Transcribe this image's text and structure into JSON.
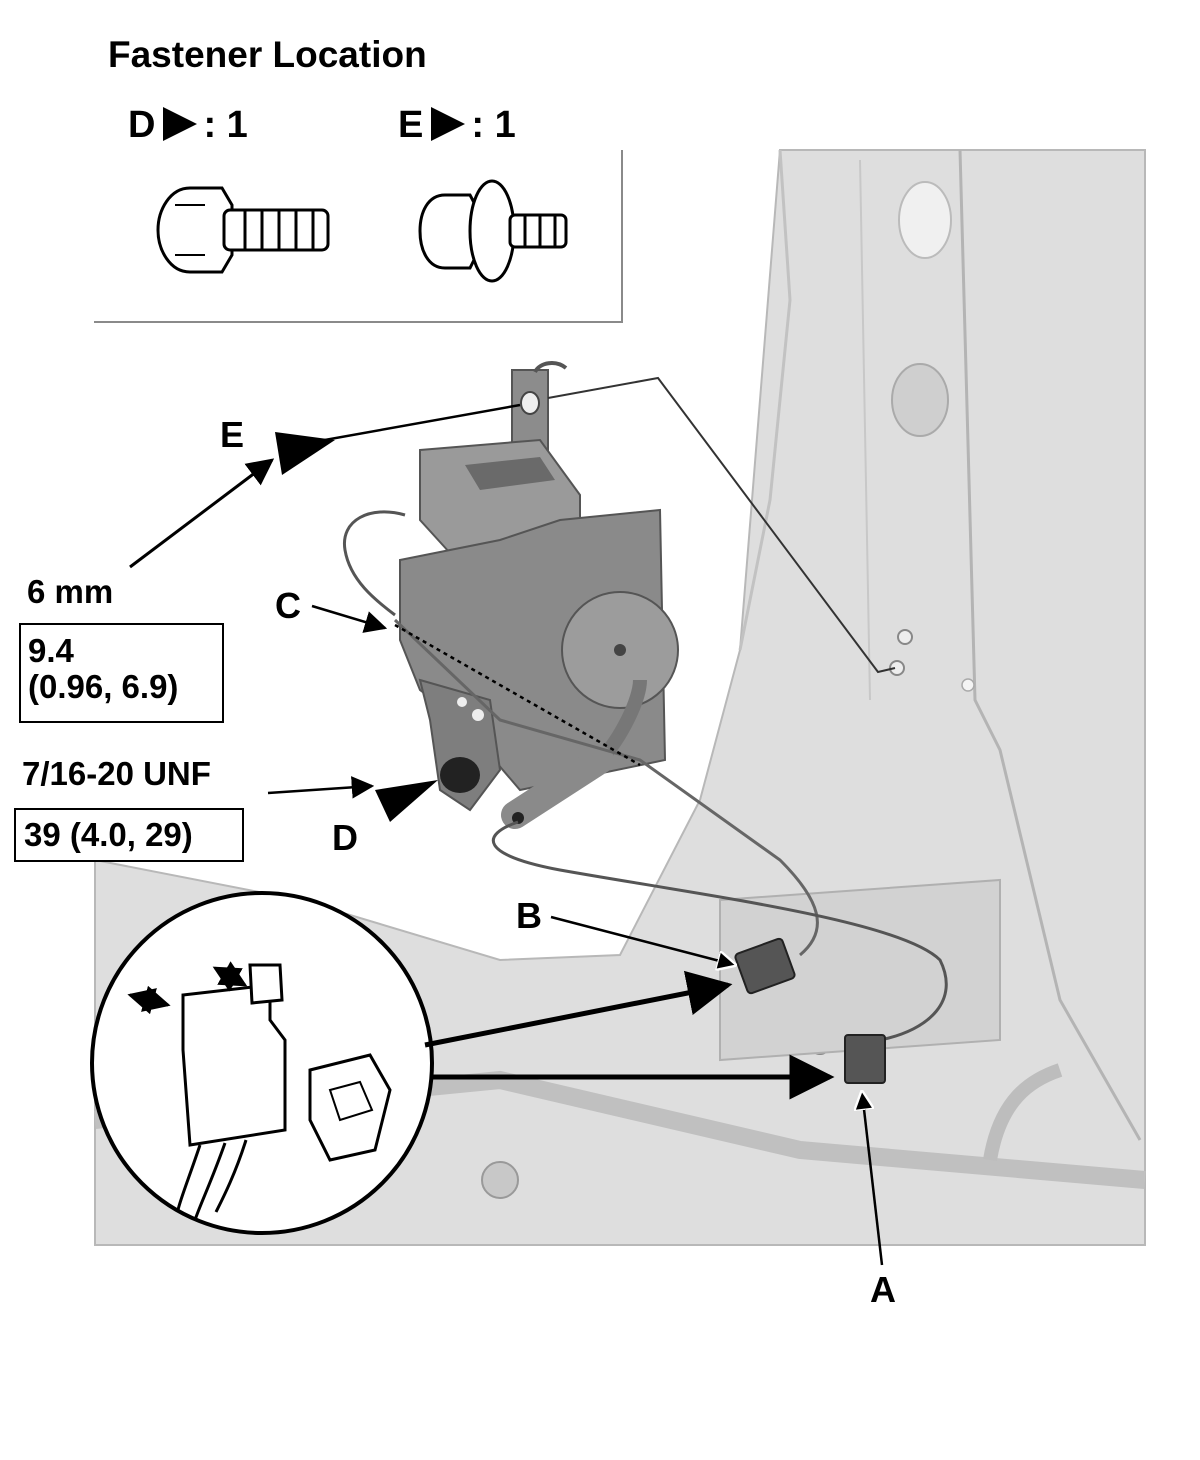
{
  "header": {
    "title": "Fastener Location"
  },
  "fasteners": [
    {
      "letter": "D",
      "sep": ": ",
      "qty": "1",
      "icon": "flange-bolt-icon"
    },
    {
      "letter": "E",
      "sep": ": ",
      "qty": "1",
      "icon": "washer-bolt-icon"
    }
  ],
  "callouts": {
    "a": "A",
    "b": "B",
    "c": "C",
    "d": "D",
    "e": "E"
  },
  "specs": {
    "e_size": "6 mm",
    "e_torque_line1": "9.4",
    "e_torque_line2": "(0.96, 6.9)",
    "d_size": "7/16-20 UNF",
    "d_torque": "39 (4.0, 29)"
  },
  "colors": {
    "background": "#ffffff",
    "body_panel": "#dcdcdc",
    "body_dark": "#bdbdbd",
    "actuator": "#8e8e8e",
    "connector": "#555555",
    "ink": "#000000"
  }
}
